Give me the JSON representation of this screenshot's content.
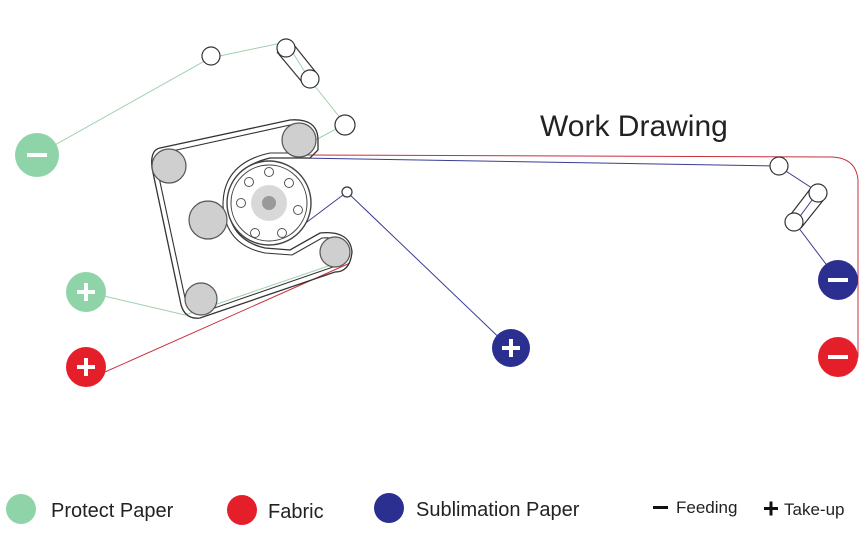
{
  "diagram": {
    "title": "Work Drawing"
  },
  "colors": {
    "protect_paper": "#8fd3a9",
    "fabric": "#e51f2a",
    "sublimation_paper": "#2b2f8f",
    "protect_paper_line": "#9fd0ad",
    "fabric_line": "#c9303b",
    "sublimation_line": "#3a3c95",
    "roller_fill": "#cfcfcf",
    "roller_stroke": "#555555",
    "belt": "#333333"
  },
  "legend": {
    "items": [
      {
        "label": "Protect Paper",
        "color_key": "protect_paper"
      },
      {
        "label": "Fabric",
        "color_key": "fabric"
      },
      {
        "label": "Sublimation Paper",
        "color_key": "sublimation_paper"
      }
    ],
    "feeding_label": "Feeding",
    "takeup_label": "Take-up"
  },
  "rolls": [
    {
      "name": "protect-paper-feeding-roll",
      "material": "protect_paper",
      "mode": "feeding"
    },
    {
      "name": "protect-paper-takeup-roll",
      "material": "protect_paper",
      "mode": "take-up"
    },
    {
      "name": "fabric-takeup-roll",
      "material": "fabric",
      "mode": "take-up"
    },
    {
      "name": "sublimation-paper-takeup-roll",
      "material": "sublimation_paper",
      "mode": "take-up"
    },
    {
      "name": "sublimation-paper-feeding-roll",
      "material": "sublimation_paper",
      "mode": "feeding"
    },
    {
      "name": "fabric-feeding-roll",
      "material": "fabric",
      "mode": "feeding"
    }
  ]
}
